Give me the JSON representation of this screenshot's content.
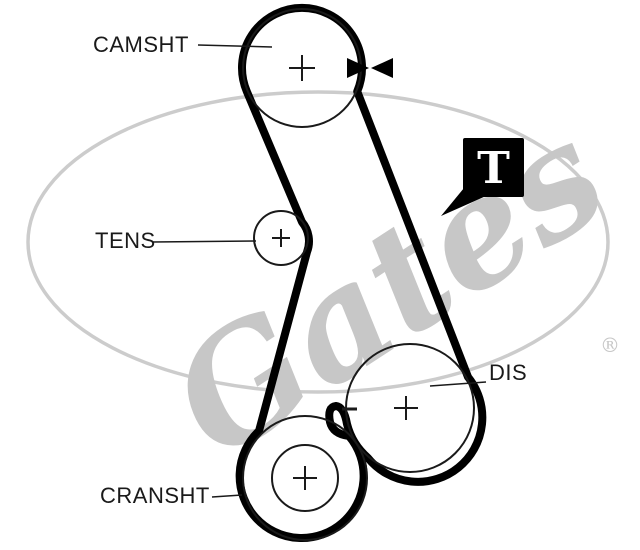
{
  "diagram": {
    "title": "timing-belt-routing-diagram",
    "watermark": {
      "brand": "Gates",
      "registered": "®"
    },
    "labels": {
      "camshaft": "CAMSHT",
      "tensioner": "TENS",
      "distributor": "DIS",
      "crankshaft": "CRANSHT"
    },
    "timing_badge": "T",
    "colors": {
      "belt": "#000000",
      "outline": "#1a1a1a",
      "watermark": "#c7c7c7",
      "background": "#ffffff"
    }
  }
}
